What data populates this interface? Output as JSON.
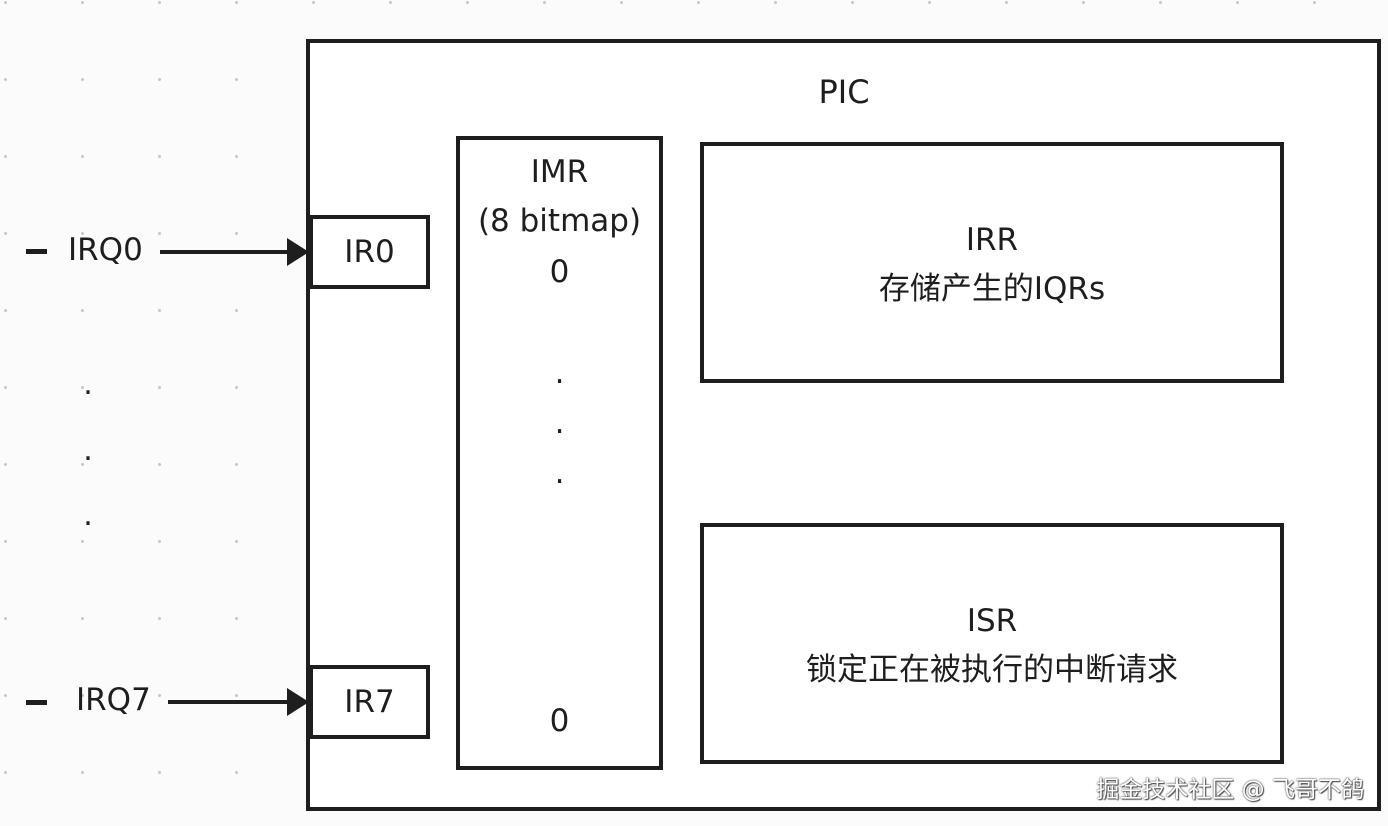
{
  "diagram": {
    "pic": {
      "title": "PIC"
    },
    "inputs": [
      {
        "irq_label": "IRQ0",
        "ir_label": "IR0"
      },
      {
        "irq_label": "IRQ7",
        "ir_label": "IR7"
      }
    ],
    "input_ellipsis": [
      ".",
      ".",
      "."
    ],
    "imr": {
      "title": "IMR",
      "subtitle": "(8 bitmap)",
      "first_bit": "0",
      "ellipsis": [
        ".",
        ".",
        "."
      ],
      "last_bit": "0"
    },
    "irr": {
      "title": "IRR",
      "description": "存储产生的IQRs"
    },
    "isr": {
      "title": "ISR",
      "description": "锁定正在被执行的中断请求"
    }
  },
  "watermark": "掘金技术社区 @ 飞哥不鸽",
  "colors": {
    "stroke": "#1e1e1e",
    "box_fill": "#ffffff",
    "canvas_background": "#fbfbfb",
    "grid_dot": "#c8c8c8"
  }
}
